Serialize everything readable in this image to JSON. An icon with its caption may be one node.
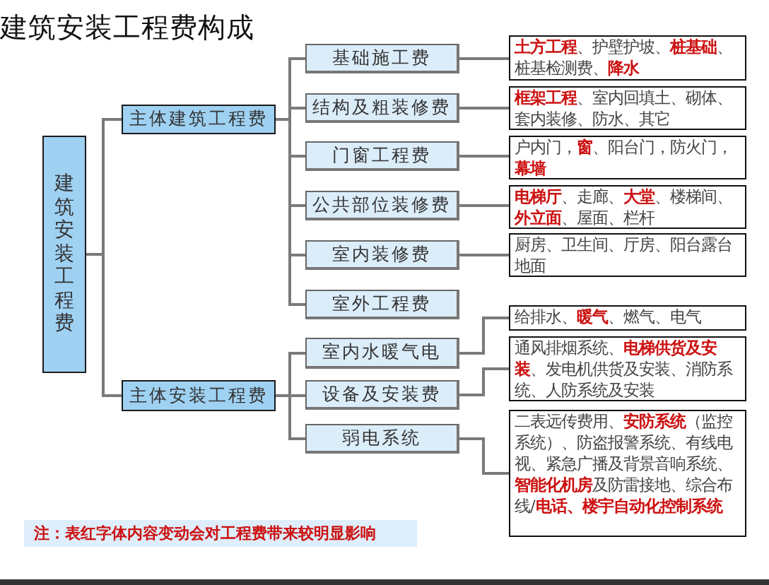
{
  "diagram": {
    "title": "建筑安装工程费构成",
    "nodes": [
      {
        "text": [
          "建筑安装工程费"
        ]
      },
      {
        "text": [
          "主体建筑工程费"
        ]
      },
      {
        "text": [
          "主体安装工程费"
        ]
      },
      {
        "text": [
          "基础施工费"
        ]
      },
      {
        "text": [
          "结构及粗装修费"
        ]
      },
      {
        "text": [
          "门窗工程费"
        ]
      },
      {
        "text": [
          "公共部位装修费"
        ]
      },
      {
        "text": [
          "室内装修费"
        ]
      },
      {
        "text": [
          "室外工程费"
        ]
      },
      {
        "text": [
          "室内水暖气电"
        ]
      },
      {
        "text": [
          "设备及安装费"
        ]
      },
      {
        "text": [
          "弱电系统"
        ]
      },
      {
        "text": [
          "**土方工程**、护壁护坡、**桩基础**、桩基检测费、**降水**"
        ]
      },
      {
        "text": [
          "**框架工程**、室内回填土、砌体、套内装修、防水、其它"
        ]
      },
      {
        "text": [
          "户内门，**窗**、阳台门，防火门，**幕墙**"
        ]
      },
      {
        "text": [
          "**电梯厅**、走廊、**大堂**、楼梯间、**外立面**、屋面、栏杆"
        ]
      },
      {
        "text": [
          "厨房、卫生间、厅房、阳台露台地面"
        ]
      },
      {
        "text": [
          "给排水、**暖气**、燃气、电气"
        ]
      },
      {
        "text": [
          "通风排烟系统、**电梯供货及安装**、发电机供货及安装、消防系统、人防系统及安装"
        ]
      },
      {
        "text": [
          "二表远传费用、**安防系统**（监控系统）、防盗报警系统、有线电视、紧急广播及背景音响系统、**智能化机房**及防雷接地、综合布线/**电话、楼宇自动化控制系统**"
        ]
      },
      {
        "text": [
          "注：表红字体内容变动会对工程费带来较明显影响"
        ]
      }
    ],
    "edges": [
      {
        "from": 0,
        "to": 1,
        "arrow": "none"
      },
      {
        "from": 0,
        "to": 2,
        "arrow": "none"
      },
      {
        "from": 1,
        "to": 3,
        "arrow": "none"
      },
      {
        "from": 1,
        "to": 4,
        "arrow": "none"
      },
      {
        "from": 1,
        "to": 5,
        "arrow": "none"
      },
      {
        "from": 1,
        "to": 6,
        "arrow": "none"
      },
      {
        "from": 1,
        "to": 7,
        "arrow": "none"
      },
      {
        "from": 1,
        "to": 8,
        "arrow": "none"
      },
      {
        "from": 2,
        "to": 9,
        "arrow": "none"
      },
      {
        "from": 2,
        "to": 10,
        "arrow": "none"
      },
      {
        "from": 2,
        "to": 11,
        "arrow": "none"
      },
      {
        "from": 3,
        "to": 12,
        "arrow": "none"
      },
      {
        "from": 4,
        "to": 13,
        "arrow": "none"
      },
      {
        "from": 5,
        "to": 14,
        "arrow": "none"
      },
      {
        "from": 6,
        "to": 15,
        "arrow": "none"
      },
      {
        "from": 7,
        "to": 16,
        "arrow": "none"
      },
      {
        "from": 9,
        "to": 17,
        "arrow": "none"
      },
      {
        "from": 10,
        "to": 18,
        "arrow": "none"
      },
      {
        "from": 11,
        "to": 19,
        "arrow": "none"
      }
    ]
  }
}
